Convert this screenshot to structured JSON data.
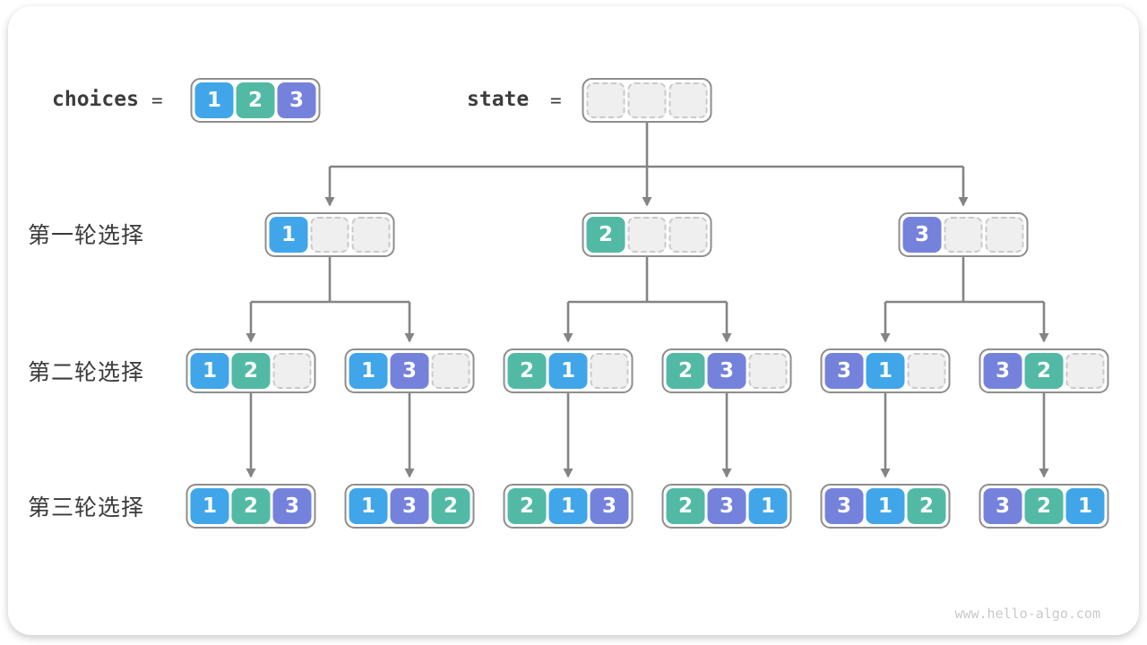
{
  "page": {
    "watermark": "www.hello-algo.com"
  },
  "colors": {
    "1": "#40A6E9",
    "2": "#52BAA4",
    "3": "#7582DC",
    "arrow": "#848484",
    "container_border": "#8e8e8e",
    "empty_cell_bg": "#efefef",
    "empty_cell_border": "#c9c9c9"
  },
  "legend": {
    "choices_label": "choices",
    "choices_equals": "=",
    "state_label": "state",
    "state_equals": "="
  },
  "row_labels": [
    "第一轮选择",
    "第二轮选择",
    "第三轮选择"
  ],
  "nodes": {
    "choices": [
      "1",
      "2",
      "3"
    ],
    "state": [
      "",
      "",
      ""
    ],
    "round1": [
      [
        "1",
        "",
        ""
      ],
      [
        "2",
        "",
        ""
      ],
      [
        "3",
        "",
        ""
      ]
    ],
    "round2": [
      [
        "1",
        "2",
        ""
      ],
      [
        "1",
        "3",
        ""
      ],
      [
        "2",
        "1",
        ""
      ],
      [
        "2",
        "3",
        ""
      ],
      [
        "3",
        "1",
        ""
      ],
      [
        "3",
        "2",
        ""
      ]
    ],
    "round3": [
      [
        "1",
        "2",
        "3"
      ],
      [
        "1",
        "3",
        "2"
      ],
      [
        "2",
        "1",
        "3"
      ],
      [
        "2",
        "3",
        "1"
      ],
      [
        "3",
        "1",
        "2"
      ],
      [
        "3",
        "2",
        "1"
      ]
    ]
  }
}
